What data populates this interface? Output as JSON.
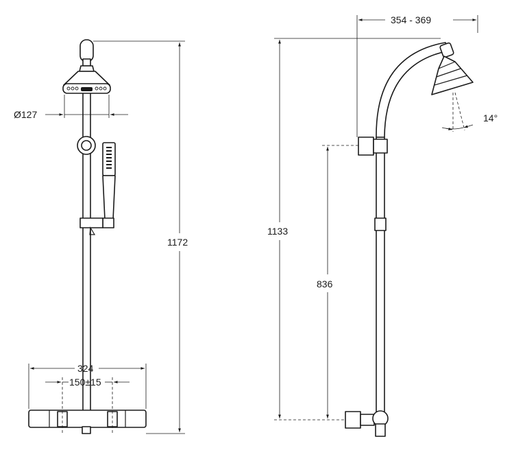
{
  "dimensions": {
    "head_diameter": "Ø127",
    "total_height_front": "1172",
    "width_total": "324",
    "centers": "150±15",
    "arm_reach": "354 - 369",
    "head_tilt": "14°",
    "total_height_side": "1133",
    "bracket_height": "836"
  },
  "colors": {
    "line": "#1a1a1a",
    "background": "#ffffff"
  }
}
